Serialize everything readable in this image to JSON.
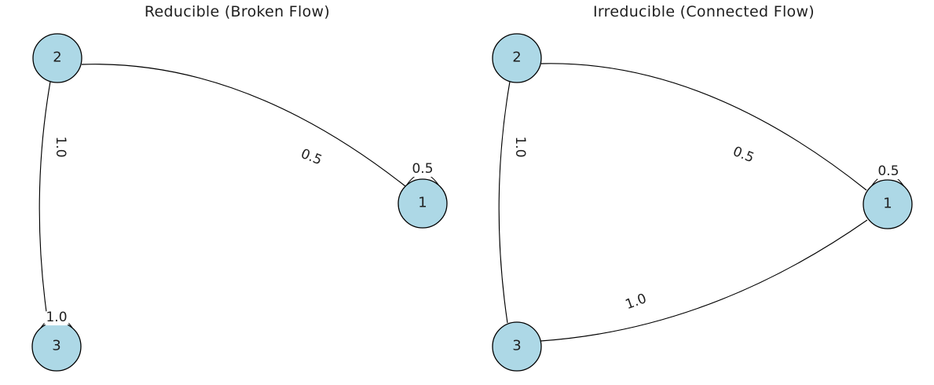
{
  "colors": {
    "node_fill": "#add8e6",
    "node_border": "#000000",
    "edge": "#000000",
    "text": "#1f1f1f",
    "background": "#ffffff"
  },
  "left_panel": {
    "title": "Reducible (Broken Flow)",
    "nodes": [
      {
        "id": "2"
      },
      {
        "id": "1"
      },
      {
        "id": "3"
      }
    ],
    "edges": [
      {
        "between": "2-1",
        "weight": "0.5"
      },
      {
        "between": "2-3",
        "weight": "1.0"
      },
      {
        "between": "1-1",
        "weight": "0.5"
      },
      {
        "between": "3-3",
        "weight": "1.0"
      }
    ],
    "edge_labels": {
      "n2_n1": "0.5",
      "n2_n3": "1.0",
      "loop_n1": "0.5",
      "loop_n3": "1.0"
    }
  },
  "right_panel": {
    "title": "Irreducible (Connected Flow)",
    "nodes": [
      {
        "id": "2"
      },
      {
        "id": "1"
      },
      {
        "id": "3"
      }
    ],
    "edges": [
      {
        "between": "2-1",
        "weight": "0.5"
      },
      {
        "between": "2-3",
        "weight": "1.0"
      },
      {
        "between": "3-1",
        "weight": "1.0"
      },
      {
        "between": "1-1",
        "weight": "0.5"
      }
    ],
    "edge_labels": {
      "n2_n1": "0.5",
      "n2_n3": "1.0",
      "n3_n1": "1.0",
      "loop_n1": "0.5"
    }
  }
}
